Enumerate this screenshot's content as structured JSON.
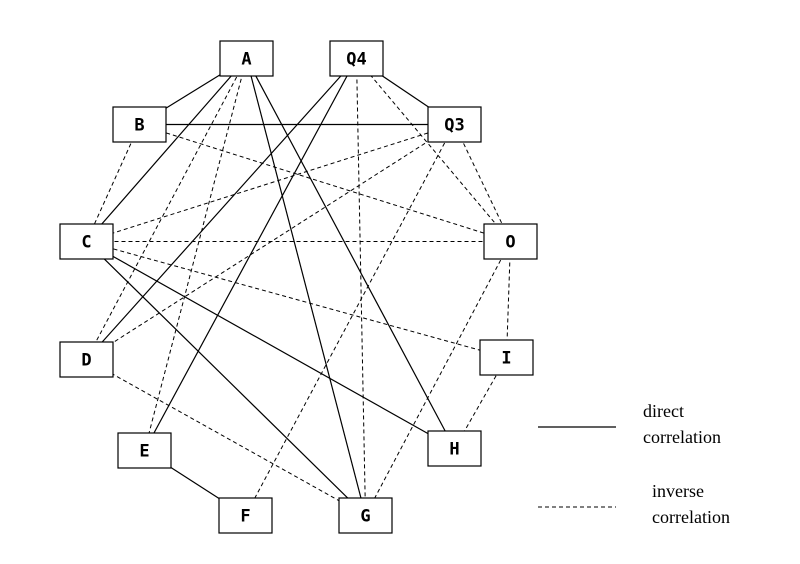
{
  "nodes": [
    {
      "id": "A",
      "label": "A"
    },
    {
      "id": "Q4",
      "label": "Q4"
    },
    {
      "id": "B",
      "label": "B"
    },
    {
      "id": "Q3",
      "label": "Q3"
    },
    {
      "id": "C",
      "label": "C"
    },
    {
      "id": "O",
      "label": "O"
    },
    {
      "id": "D",
      "label": "D"
    },
    {
      "id": "I",
      "label": "I"
    },
    {
      "id": "E",
      "label": "E"
    },
    {
      "id": "H",
      "label": "H"
    },
    {
      "id": "F",
      "label": "F"
    },
    {
      "id": "G",
      "label": "G"
    }
  ],
  "edges": [
    {
      "from": "A",
      "to": "B",
      "type": "direct"
    },
    {
      "from": "A",
      "to": "C",
      "type": "direct"
    },
    {
      "from": "A",
      "to": "G",
      "type": "direct"
    },
    {
      "from": "A",
      "to": "H",
      "type": "direct"
    },
    {
      "from": "A",
      "to": "D",
      "type": "inverse"
    },
    {
      "from": "A",
      "to": "E",
      "type": "inverse"
    },
    {
      "from": "Q4",
      "to": "Q3",
      "type": "direct"
    },
    {
      "from": "Q4",
      "to": "D",
      "type": "direct"
    },
    {
      "from": "Q4",
      "to": "E",
      "type": "direct"
    },
    {
      "from": "Q4",
      "to": "G",
      "type": "inverse"
    },
    {
      "from": "Q4",
      "to": "O",
      "type": "inverse"
    },
    {
      "from": "B",
      "to": "Q3",
      "type": "direct"
    },
    {
      "from": "B",
      "to": "C",
      "type": "inverse"
    },
    {
      "from": "B",
      "to": "O",
      "type": "inverse"
    },
    {
      "from": "Q3",
      "to": "C",
      "type": "inverse"
    },
    {
      "from": "Q3",
      "to": "D",
      "type": "inverse"
    },
    {
      "from": "Q3",
      "to": "F",
      "type": "inverse"
    },
    {
      "from": "Q3",
      "to": "O",
      "type": "inverse"
    },
    {
      "from": "C",
      "to": "O",
      "type": "inverse"
    },
    {
      "from": "C",
      "to": "I",
      "type": "inverse"
    },
    {
      "from": "C",
      "to": "H",
      "type": "direct"
    },
    {
      "from": "C",
      "to": "G",
      "type": "direct"
    },
    {
      "from": "O",
      "to": "I",
      "type": "inverse"
    },
    {
      "from": "O",
      "to": "G",
      "type": "inverse"
    },
    {
      "from": "D",
      "to": "G",
      "type": "inverse"
    },
    {
      "from": "I",
      "to": "H",
      "type": "inverse"
    },
    {
      "from": "E",
      "to": "F",
      "type": "direct"
    }
  ],
  "legend": {
    "direct_label_line1": "direct",
    "direct_label_line2": "correlation",
    "inverse_label_line1": "inverse",
    "inverse_label_line2": "correlation"
  }
}
